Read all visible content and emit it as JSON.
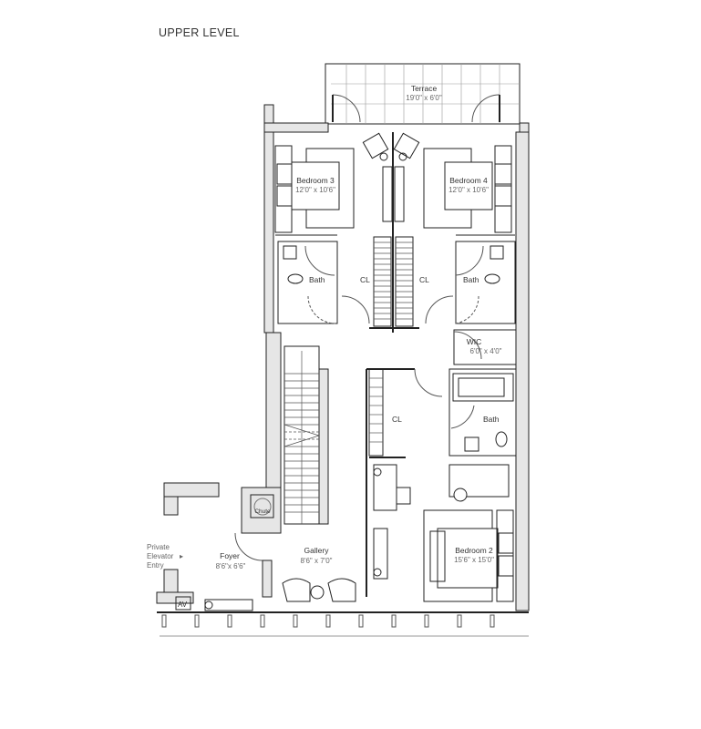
{
  "plan": {
    "title": "UPPER LEVEL",
    "colors": {
      "wall": "#e6e6e6",
      "line": "#222222",
      "text": "#333333",
      "dim_text": "#666666"
    },
    "rooms": [
      {
        "id": "terrace",
        "name": "Terrace",
        "dims": "19'0\" x 6'0\""
      },
      {
        "id": "bedroom3",
        "name": "Bedroom 3",
        "dims": "12'0\" x 10'6\""
      },
      {
        "id": "bedroom4",
        "name": "Bedroom 4",
        "dims": "12'0\" x 10'6\""
      },
      {
        "id": "bath_left",
        "name": "Bath"
      },
      {
        "id": "bath_right",
        "name": "Bath"
      },
      {
        "id": "cl_left",
        "name": "CL"
      },
      {
        "id": "cl_right",
        "name": "CL"
      },
      {
        "id": "wic",
        "name": "WIC",
        "dims": "6'0\" x 4'0\""
      },
      {
        "id": "cl_mid",
        "name": "CL"
      },
      {
        "id": "bath_main",
        "name": "Bath"
      },
      {
        "id": "chute",
        "name": "Chute"
      },
      {
        "id": "foyer",
        "name": "Foyer",
        "dims": "8'6\"x 6'6\""
      },
      {
        "id": "gallery",
        "name": "Gallery",
        "dims": "8'6\" x 7'0\""
      },
      {
        "id": "bedroom2",
        "name": "Bedroom 2",
        "dims": "15'6\" x 15'0\""
      },
      {
        "id": "av",
        "name": "AV"
      }
    ],
    "entry": {
      "line1": "Private",
      "line2": "Elevator",
      "line3": "Entry",
      "arrow": "▸"
    }
  }
}
